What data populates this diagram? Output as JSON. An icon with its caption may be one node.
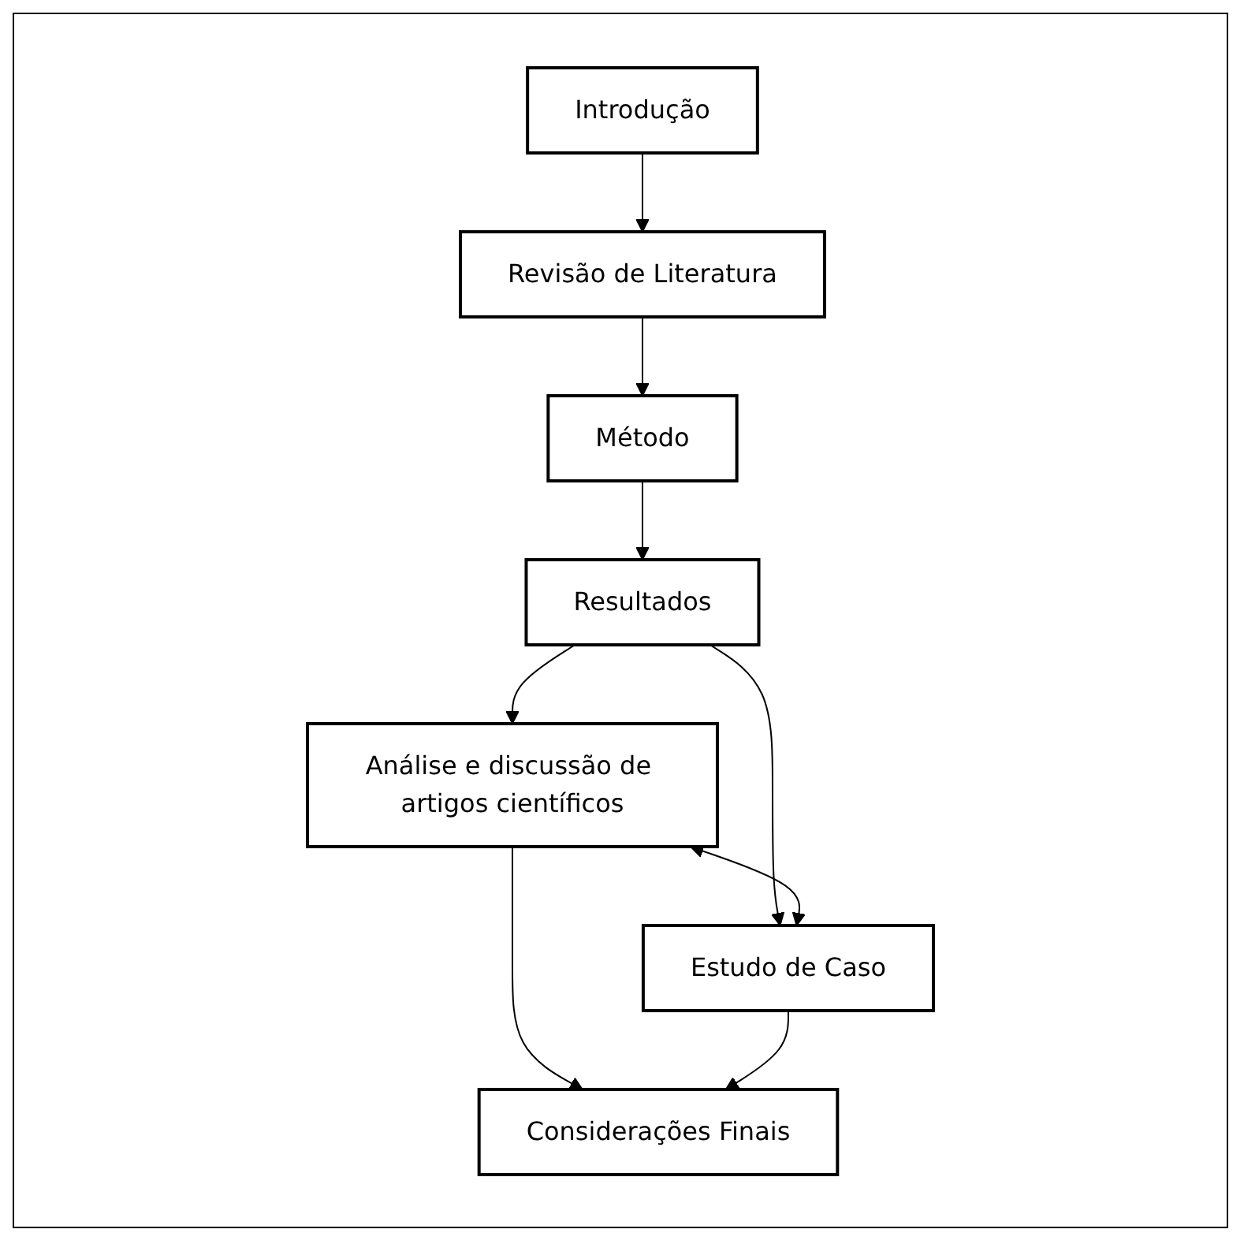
{
  "diagram": {
    "nodes": [
      {
        "text": [
          "Introdução"
        ]
      },
      {
        "text": [
          "Revisão de Literatura"
        ]
      },
      {
        "text": [
          "Método"
        ]
      },
      {
        "text": [
          "Resultados"
        ]
      },
      {
        "text": [
          "Análise e discussão de artigos científicos"
        ]
      },
      {
        "text": [
          "Estudo de Caso"
        ]
      },
      {
        "text": [
          "Considerações Finais"
        ]
      }
    ],
    "edges": [
      {
        "from": 0,
        "to": 1,
        "arrow": "to"
      },
      {
        "from": 1,
        "to": 2,
        "arrow": "to"
      },
      {
        "from": 2,
        "to": 3,
        "arrow": "to"
      },
      {
        "from": 3,
        "to": 4,
        "arrow": "to"
      },
      {
        "from": 3,
        "to": 5,
        "arrow": "to"
      },
      {
        "from": 4,
        "to": 5,
        "arrow": "both"
      },
      {
        "from": 4,
        "to": 6,
        "arrow": "to"
      },
      {
        "from": 5,
        "to": 6,
        "arrow": "to"
      }
    ]
  }
}
